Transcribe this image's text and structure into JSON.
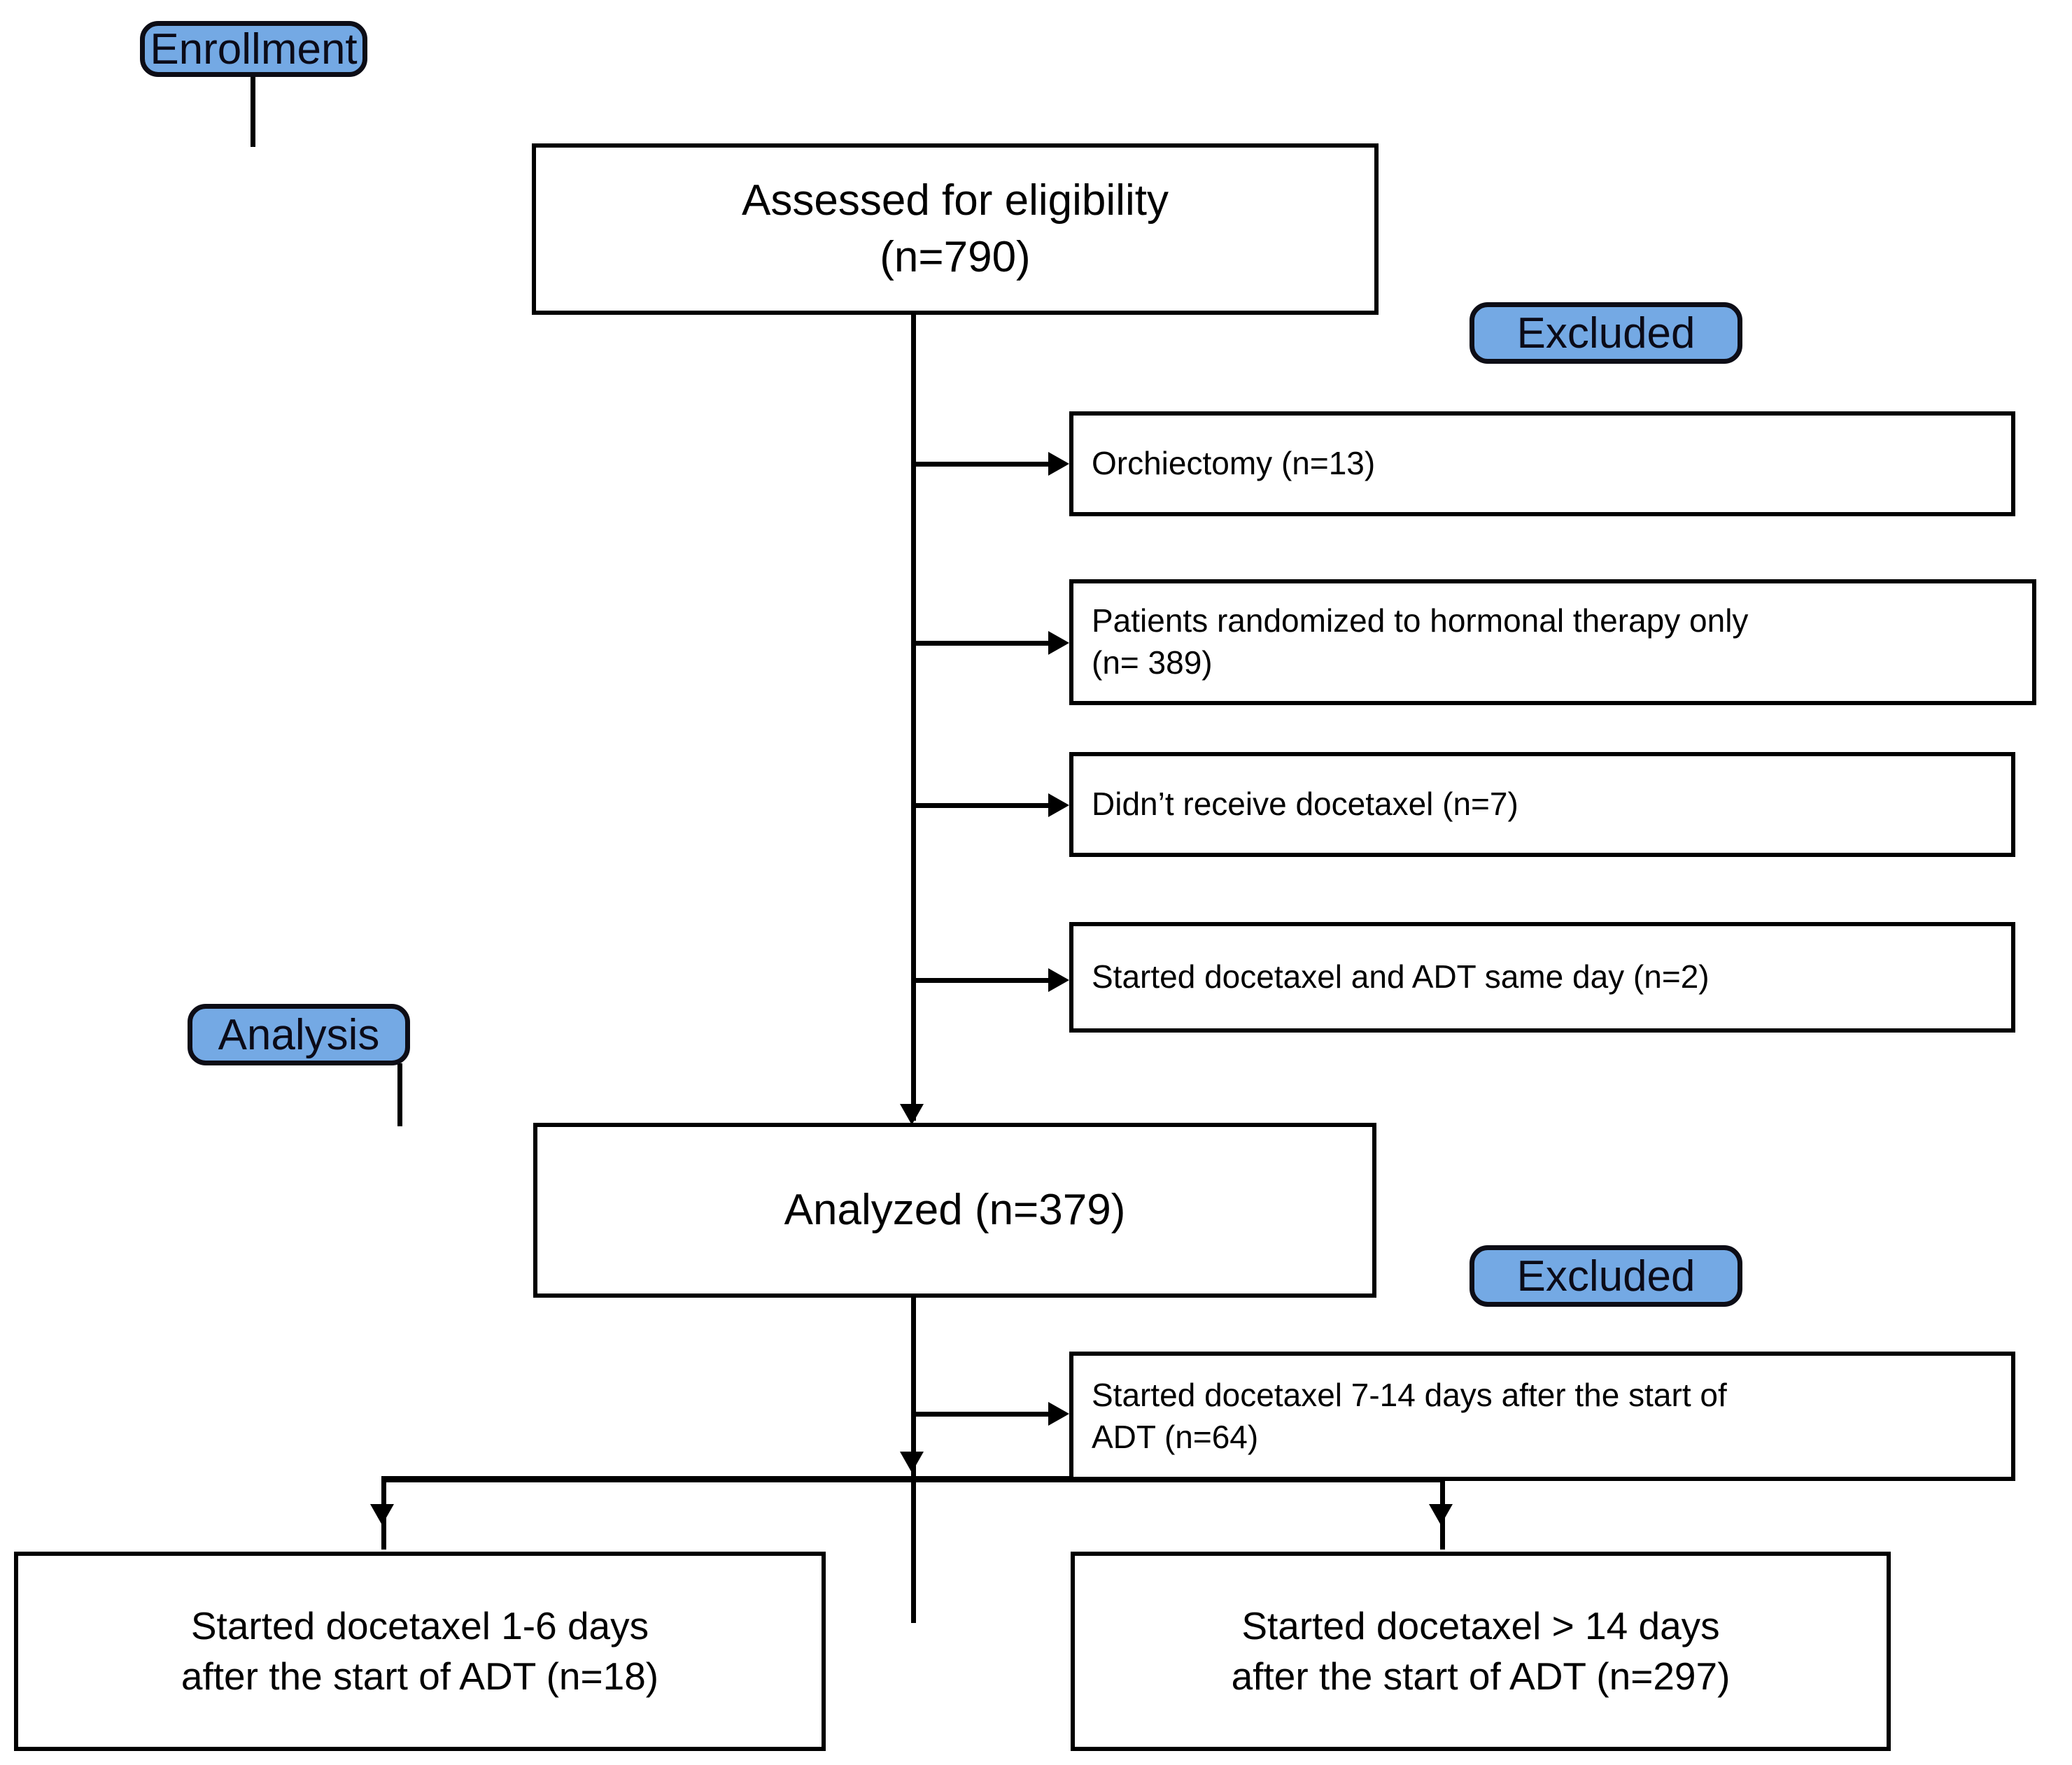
{
  "diagram": {
    "type": "consort-flow-diagram",
    "accent_color": "#74A9E4",
    "line_color": "#000000",
    "background_color": "#ffffff",
    "stages": [
      {
        "key": "enrollment",
        "label": "Enrollment"
      },
      {
        "key": "analysis",
        "label": "Analysis"
      }
    ],
    "badges": {
      "enrollment": "Enrollment",
      "excluded_1": "Excluded",
      "analysis": "Analysis",
      "excluded_2": "Excluded"
    },
    "nodes": {
      "assessed": {
        "text": "Assessed for eligibility\n(n=790)",
        "n": 790
      },
      "excluded_orchiectomy": {
        "text": "Orchiectomy (n=13)",
        "n": 13
      },
      "excluded_hormonal_only": {
        "text": "Patients randomized to hormonal therapy only\n(n= 389)",
        "n": 389
      },
      "excluded_no_docetaxel": {
        "text": "Didn’t receive docetaxel (n=7)",
        "n": 7
      },
      "excluded_same_day": {
        "text": "Started docetaxel and ADT same day (n=2)",
        "n": 2
      },
      "analyzed": {
        "text": "Analyzed (n=379)",
        "n": 379
      },
      "excluded_7_14_days": {
        "text": "Started docetaxel 7-14 days after the start of\nADT (n=64)",
        "n": 64
      },
      "outcome_1_6_days": {
        "text": "Started docetaxel 1-6 days\nafter the start of  ADT (n=18)",
        "n": 18
      },
      "outcome_gt_14_days": {
        "text": "Started docetaxel > 14 days\nafter the start of  ADT (n=297)",
        "n": 297
      }
    }
  }
}
